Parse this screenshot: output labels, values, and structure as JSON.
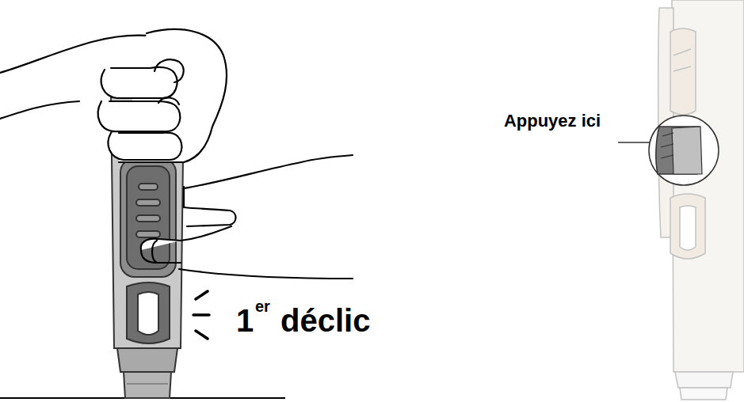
{
  "diagram": {
    "labels": [
      "1",
      "er",
      "déclic",
      "Appuyez ici"
    ]
  }
}
